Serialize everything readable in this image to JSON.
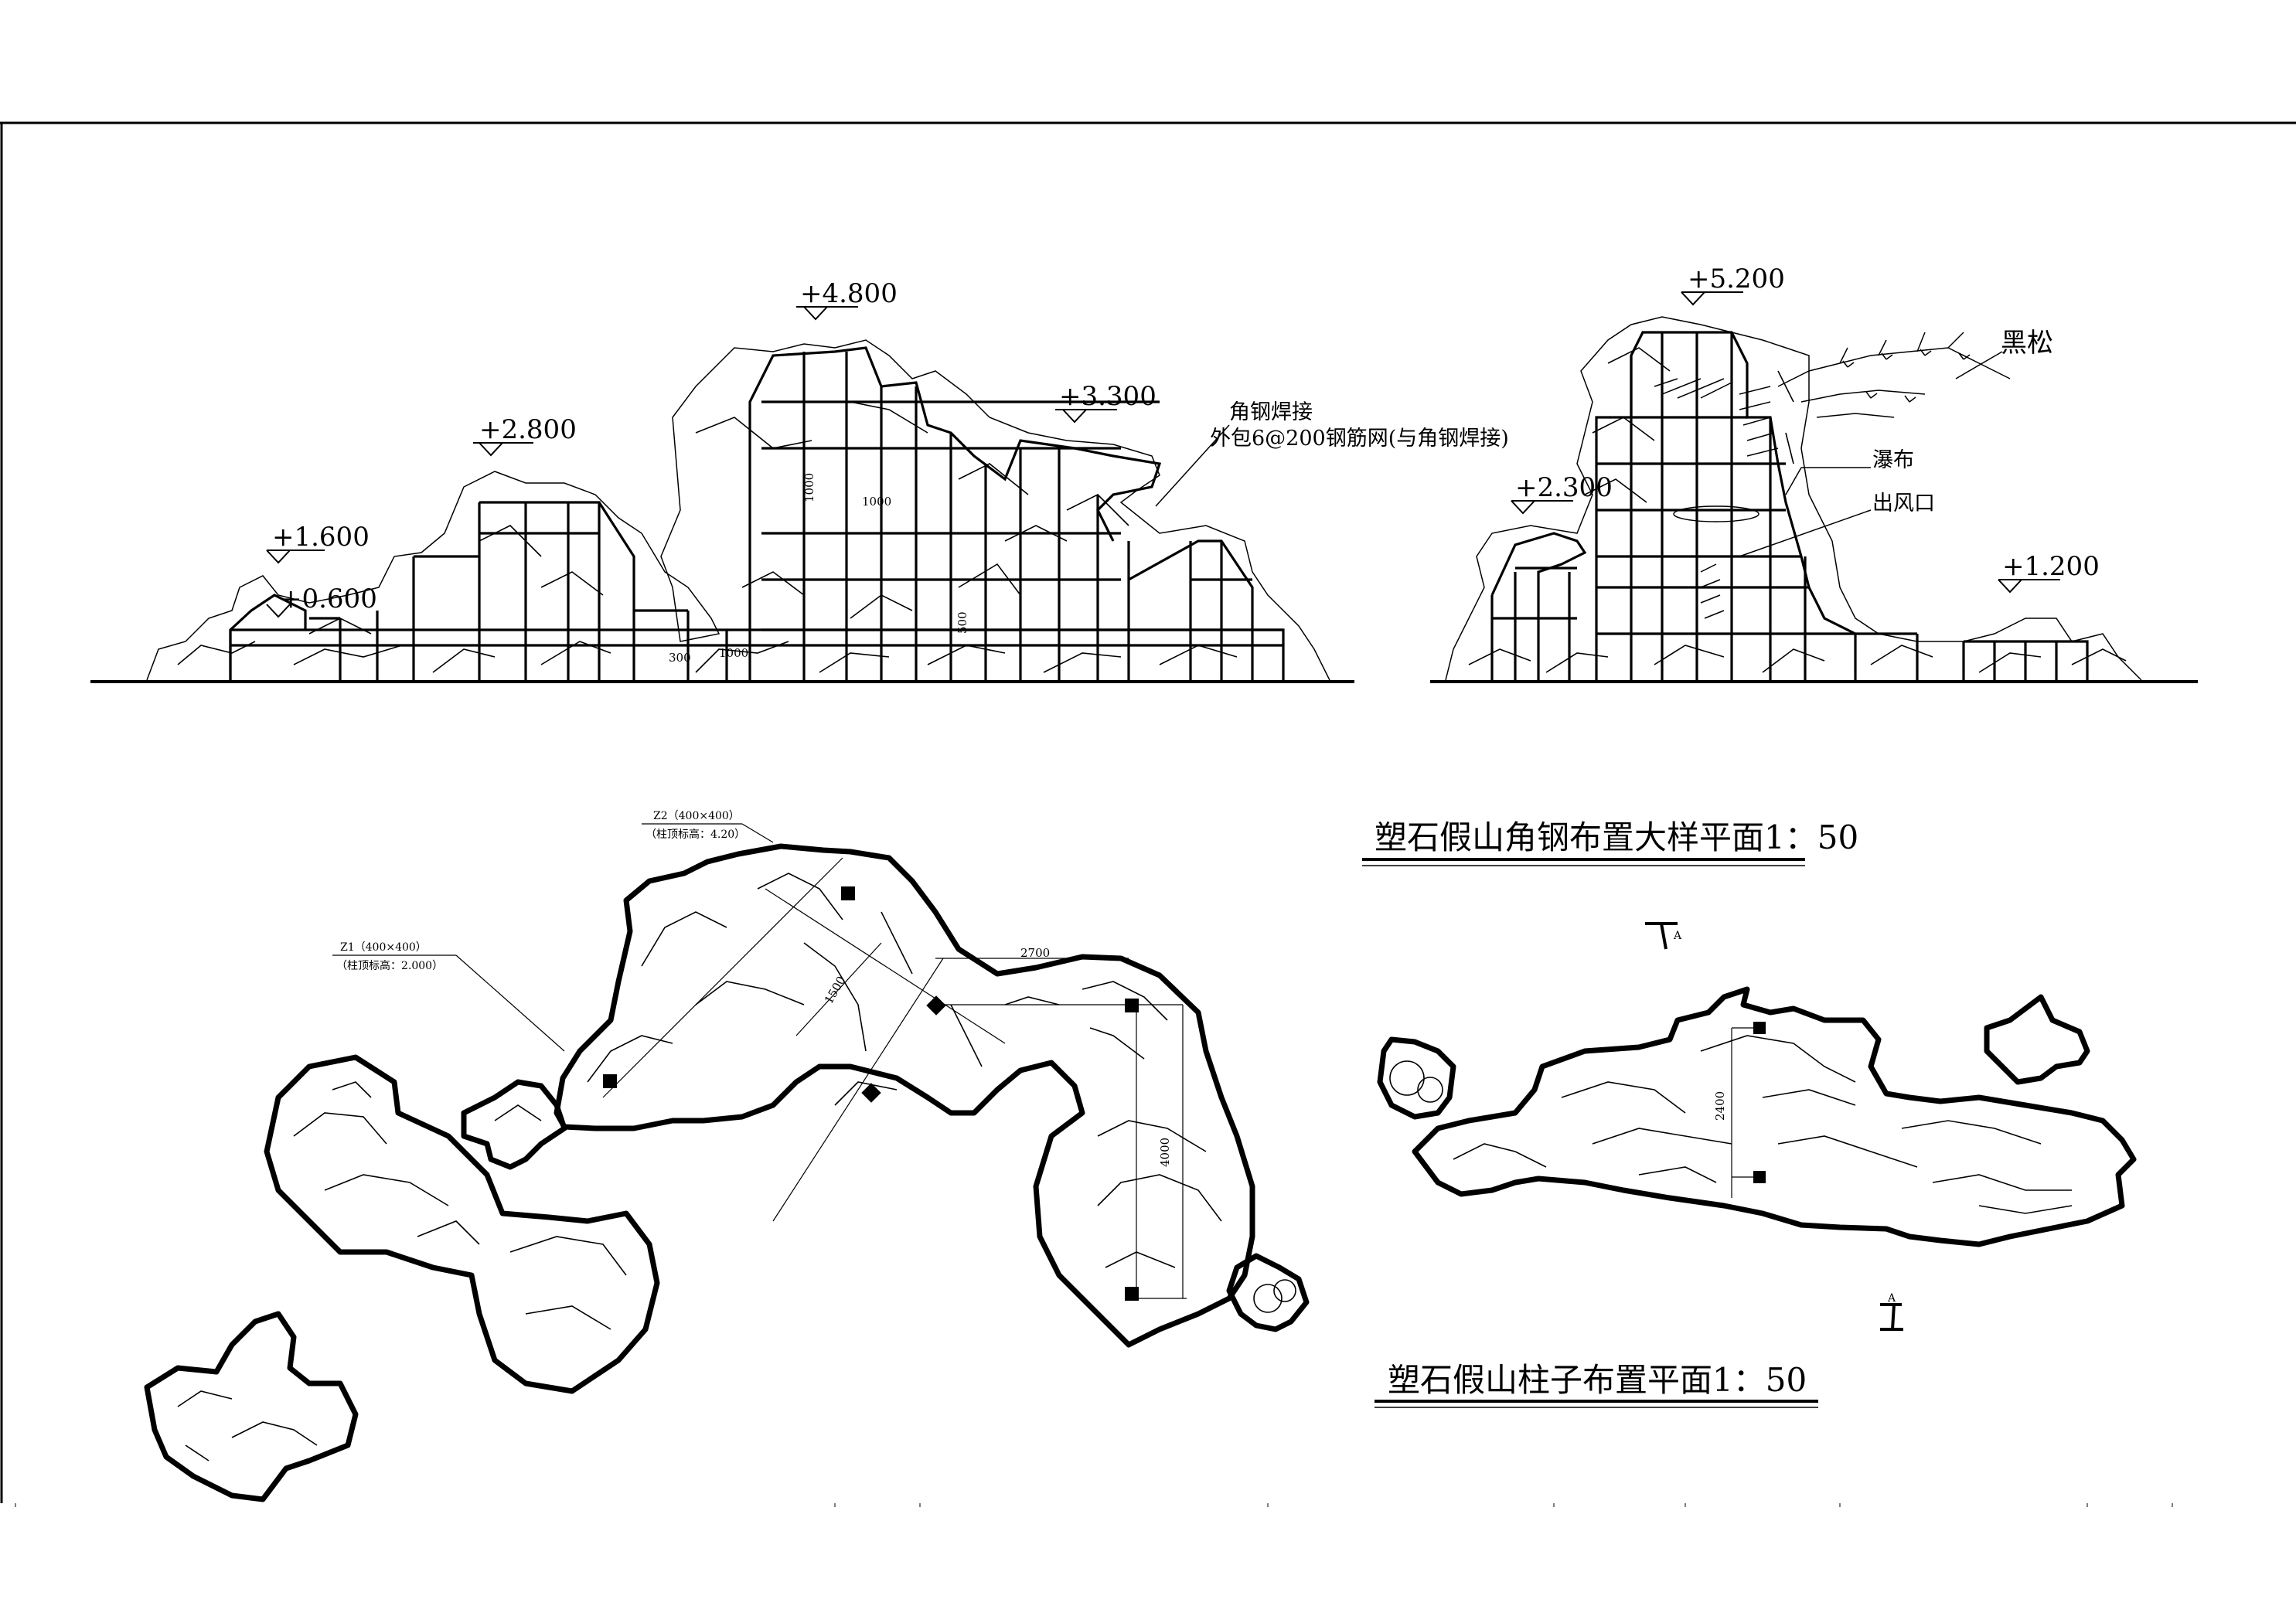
{
  "elevation_left": {
    "labels": [
      "+1.600",
      "+0.600",
      "+2.800",
      "+4.800",
      "+3.300"
    ],
    "dims": [
      "1000",
      "1000",
      "300",
      "1000",
      "500"
    ],
    "note_line1": "角钢焊接",
    "note_line2": "外包6@200钢筋网(与角钢焊接)"
  },
  "elevation_right": {
    "labels": [
      "+5.200",
      "+2.300",
      "+1.200"
    ],
    "pine": "黑松",
    "waterfall": "瀑布",
    "vent": "出风口"
  },
  "plan_left": {
    "column_z2": "Z2（400×400）",
    "column_z2_top": "（柱顶标高：4.20）",
    "column_z1": "Z1（400×400）",
    "column_z1_top": "（柱顶标高：2.000）",
    "dim_2700": "2700",
    "dim_1500": "1500",
    "dim_4000": "4000"
  },
  "plan_right": {
    "dim_2400": "2400",
    "section_mark": "A"
  },
  "titles": {
    "angle_steel_plan": "塑石假山角钢布置大样平面1：50",
    "column_plan": "塑石假山柱子布置平面1：50"
  }
}
